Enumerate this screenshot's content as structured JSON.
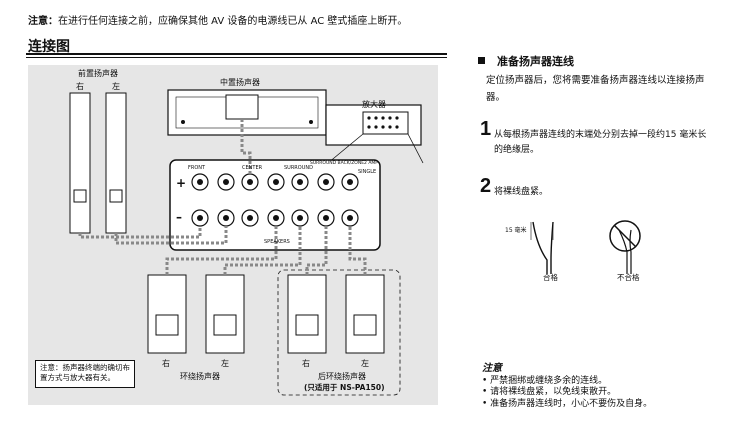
{
  "top_note": {
    "label": "注意：",
    "text": "在进行任何连接之前，应确保其他 AV 设备的电源线已从 AC 壁式插座上断开。"
  },
  "section_title": "连接图",
  "diagram": {
    "front_speakers": "前置扬声器",
    "front_right": "右",
    "front_left": "左",
    "center_speaker": "中置扬声器",
    "amplifier": "放大器",
    "panel_front": "FRONT",
    "panel_center": "CENTER",
    "panel_surround": "SURROUND",
    "panel_surround_back": "SURROUND BACK/ZONE2 AMP",
    "panel_single": "SINGLE",
    "panel_speakers": "SPEAKERS",
    "plus": "+",
    "minus": "–",
    "surround_right": "右",
    "surround_left": "左",
    "surround_speakers": "环绕扬声器",
    "rear_right": "右",
    "rear_left": "左",
    "rear_surround": "后环绕扬声器",
    "rear_only": "(只适用于 NS-PA150)",
    "note_box": "注意：扬声器终端的确切布置方式与放大器有关。"
  },
  "right_section": {
    "heading": "准备扬声器连线",
    "intro": "定位扬声器后，您将需要准备扬声器连线以连接扬声器。",
    "step1_num": "1",
    "step1_text": "从每根扬声器连线的末端处分别去掉一段约15 毫米长的绝缘层。",
    "step2_num": "2",
    "step2_text": "将裸线盘紧。",
    "dim_label": "15 毫米",
    "ok_label": "合格",
    "ng_label": "不合格"
  },
  "notes": {
    "title": "注意",
    "items": [
      "• 严禁捆绑或缠绕多余的连线。",
      "• 请将裸线盘紧，以免线束散开。",
      "• 准备扬声器连线时，小心不要伤及自身。"
    ]
  }
}
